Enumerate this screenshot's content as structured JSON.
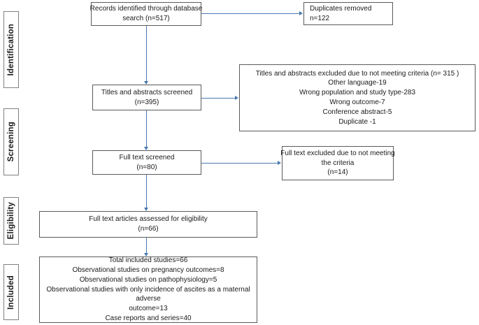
{
  "diagram": {
    "title": "PRISMA study selection flow diagram",
    "accent_arrow_color": "#4a7ab0",
    "box_border_color": "#5a5a5a",
    "stage_border_color": "#808080",
    "background_color": "#ffffff"
  },
  "stages": [
    {
      "id": "identification",
      "label": "Identification"
    },
    {
      "id": "screening",
      "label": "Screening"
    },
    {
      "id": "eligibility",
      "label": "Eligibility"
    },
    {
      "id": "included",
      "label": "Included"
    }
  ],
  "boxes": {
    "records_identified": {
      "line1": "Records identified through database",
      "line2": "search (n=517)"
    },
    "duplicates_removed": {
      "line1": "Duplicates removed",
      "line2": "n=122"
    },
    "titles_screened": {
      "line1": "Titles and abstracts screened",
      "line2": "(n=395)"
    },
    "titles_excluded": {
      "line1": "Titles and abstracts excluded due to not meeting criteria (n= 315 )",
      "line2": "Other language-19",
      "line3": "Wrong population and study type-283",
      "line4": "Wrong outcome-7",
      "line5": "Conference abstract-5",
      "line6": "Duplicate -1"
    },
    "fulltext_screened": {
      "line1": "Full text screened",
      "line2": "(n=80)"
    },
    "fulltext_excluded": {
      "line1": "Full text excluded due to not meeting",
      "line2": "the criteria",
      "line3": "(n=14)"
    },
    "eligibility_assessed": {
      "line1": "Full text articles assessed for eligibility",
      "line2": "(n=66)"
    },
    "included_summary": {
      "line1": "Total included studies=66",
      "line2": "Observational studies on  pregnancy outcomes=8",
      "line3": "Observational studies on pathophysiology=5",
      "line4": "Observational studies with only incidence of ascites as a maternal adverse",
      "line5": "outcome=13",
      "line6": "Case reports and series=40"
    }
  }
}
